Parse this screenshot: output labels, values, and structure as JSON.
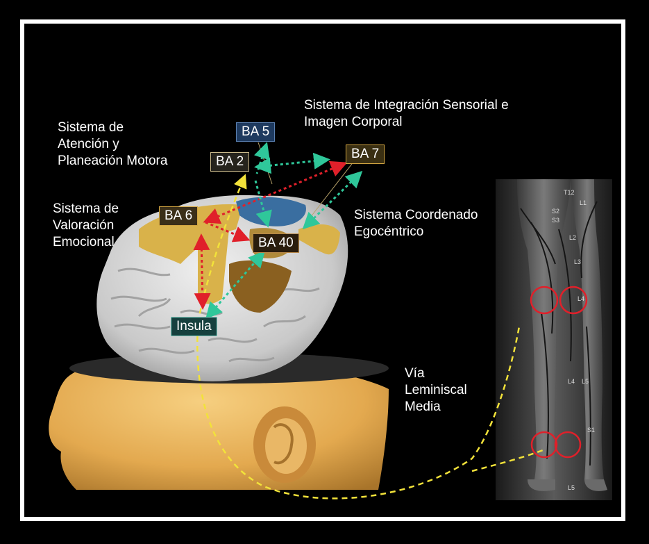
{
  "labels": {
    "attention_system": [
      "Sistema de",
      "Atención y",
      "Planeación Motora"
    ],
    "integration_system": [
      "Sistema de Integración Sensorial e",
      "Imagen Corporal"
    ],
    "valuation_system": [
      "Sistema de",
      "Valoración",
      "Emocional"
    ],
    "egocentric_system": [
      "Sistema Coordenado",
      "Egocéntrico"
    ],
    "lemniscal_pathway": [
      "Vía",
      "Leminiscal",
      "Media"
    ]
  },
  "areas": {
    "ba5": "BA 5",
    "ba2": "BA 2",
    "ba7": "BA 7",
    "ba6": "BA 6",
    "ba40": "BA 40",
    "insula": "Insula"
  },
  "dermatome_labels": [
    "T12",
    "L1",
    "S2",
    "S3",
    "L2",
    "L3",
    "L4",
    "L4",
    "L5",
    "S1",
    "L5"
  ],
  "colors": {
    "red_arrow": "#e0202a",
    "green_arrow": "#2fc79a",
    "yellow_path": "#f2e23a",
    "brain_gray": "#cfcfcf",
    "head_skin": "#e8b25a",
    "region_yellow": "#d9b24a",
    "region_blue": "#3a6ea0",
    "region_brown": "#8a6020"
  }
}
